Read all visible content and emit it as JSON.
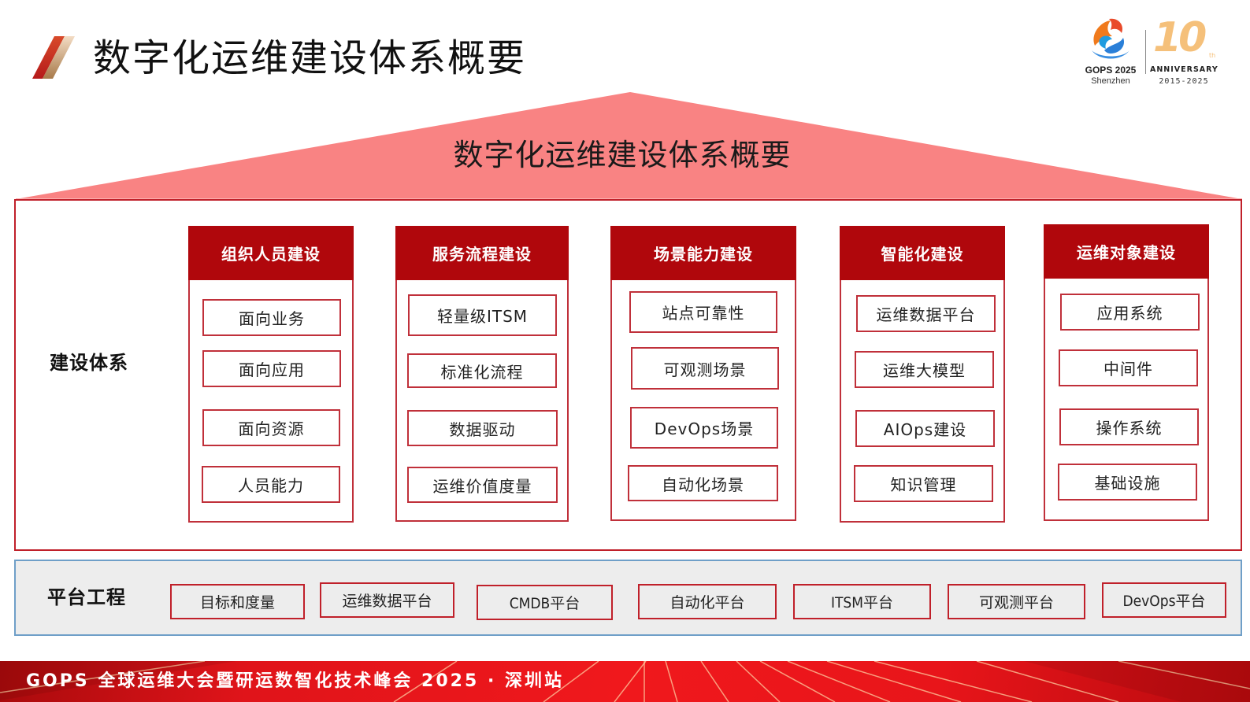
{
  "header": {
    "title": "数字化运维建设体系概要"
  },
  "logo": {
    "event": "GOPS 2025",
    "city": "Shenzhen",
    "anniversary_number": "10",
    "anniversary_suffix": "th",
    "anniversary_label": "ANNIVERSARY",
    "anniversary_years": "2015-2025"
  },
  "diagram": {
    "roof_title": "数字化运维建设体系概要",
    "construction_row_label": "建设体系",
    "columns": [
      {
        "title": "组织人员建设",
        "items": [
          "面向业务",
          "面向应用",
          "面向资源",
          "人员能力"
        ]
      },
      {
        "title": "服务流程建设",
        "items": [
          "轻量级ITSM",
          "标准化流程",
          "数据驱动",
          "运维价值度量"
        ]
      },
      {
        "title": "场景能力建设",
        "items": [
          "站点可靠性",
          "可观测场景",
          "DevOps场景",
          "自动化场景"
        ]
      },
      {
        "title": "智能化建设",
        "items": [
          "运维数据平台",
          "运维大模型",
          "AIOps建设",
          "知识管理"
        ]
      },
      {
        "title": "运维对象建设",
        "items": [
          "应用系统",
          "中间件",
          "操作系统",
          "基础设施"
        ]
      }
    ],
    "platform_row_label": "平台工程",
    "platform_items": [
      "目标和度量",
      "运维数据平台",
      "CMDB平台",
      "自动化平台",
      "ITSM平台",
      "可观测平台",
      "DevOps平台"
    ],
    "colors": {
      "header_red": "#b0070c",
      "border_red": "#c0202a",
      "roof_pink": "#f98383",
      "platform_bg": "#ededed",
      "platform_border": "#6f9fc8"
    }
  },
  "footer": {
    "text": "GOPS 全球运维大会暨研运数智化技术峰会 2025 · 深圳站"
  }
}
